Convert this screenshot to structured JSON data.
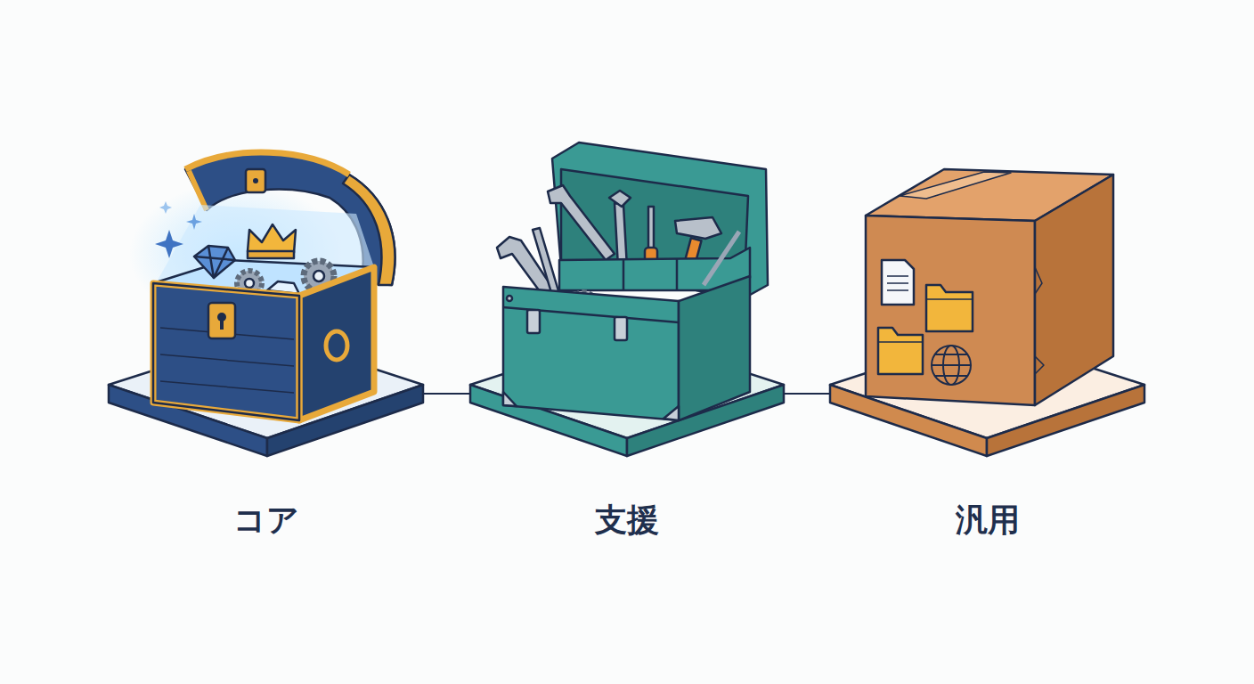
{
  "diagram": {
    "nodes": [
      {
        "text": [
          "コア"
        ]
      },
      {
        "text": [
          "支援"
        ]
      },
      {
        "text": [
          "汎用"
        ]
      }
    ],
    "edges": [
      {
        "from": 0,
        "to": 1,
        "arrow": "none"
      },
      {
        "from": 1,
        "to": 2,
        "arrow": "none"
      }
    ]
  }
}
